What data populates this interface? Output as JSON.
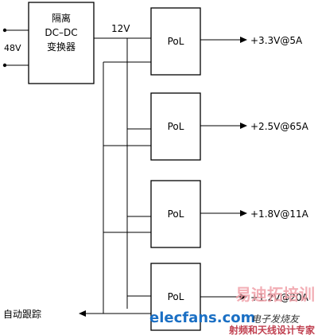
{
  "input": {
    "voltage": "48V"
  },
  "converter": {
    "line1": "隔离",
    "line2": "DC–DC",
    "line3": "变换器"
  },
  "bus": {
    "voltage": "12V"
  },
  "pol_modules": [
    {
      "label": "PoL",
      "output": "+3.3V@5A"
    },
    {
      "label": "PoL",
      "output": "+2.5V@65A"
    },
    {
      "label": "PoL",
      "output": "+1.8V@11A"
    },
    {
      "label": "PoL",
      "output": "+1.2V@20A"
    }
  ],
  "tracking": {
    "label": "自动跟踪"
  },
  "watermark": {
    "logo_cn": "易迪拓培训",
    "site": "elecfans.com",
    "site_cn": "电子发烧友",
    "slogan": "射频和天线设计专家"
  }
}
